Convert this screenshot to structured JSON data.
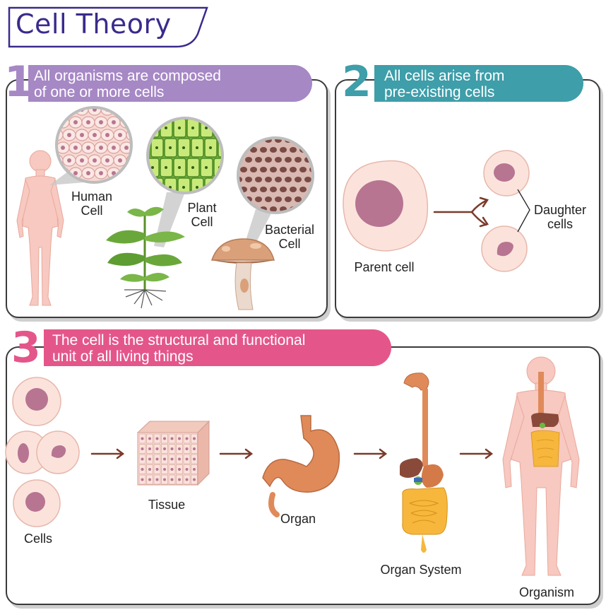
{
  "title": "Cell Theory",
  "section1": {
    "number": "1",
    "line1": "All organisms are composed",
    "line2": "of one or more cells",
    "human_line1": "Human",
    "human_line2": "Cell",
    "plant_line1": "Plant",
    "plant_line2": "Cell",
    "bacterial_line1": "Bacterial",
    "bacterial_line2": "Cell"
  },
  "section2": {
    "number": "2",
    "line1": "All cells arise from",
    "line2": "pre-existing cells",
    "parent": "Parent cell",
    "daughter_line1": "Daughter",
    "daughter_line2": "cells"
  },
  "section3": {
    "number": "3",
    "line1": "The cell is the structural and functional",
    "line2": "unit of all living things",
    "cells": "Cells",
    "tissue": "Tissue",
    "organ": "Organ",
    "organ_system": "Organ System",
    "organism": "Organism"
  },
  "colors": {
    "title": "#3b2a8c",
    "section1": "#a688c5",
    "section2": "#3e9ea9",
    "section3": "#e4568a",
    "cell_fill": "#fbe3dc",
    "nucleus": "#b77592",
    "arrow": "#7a3a2a",
    "skin": "#f7c9c0"
  }
}
